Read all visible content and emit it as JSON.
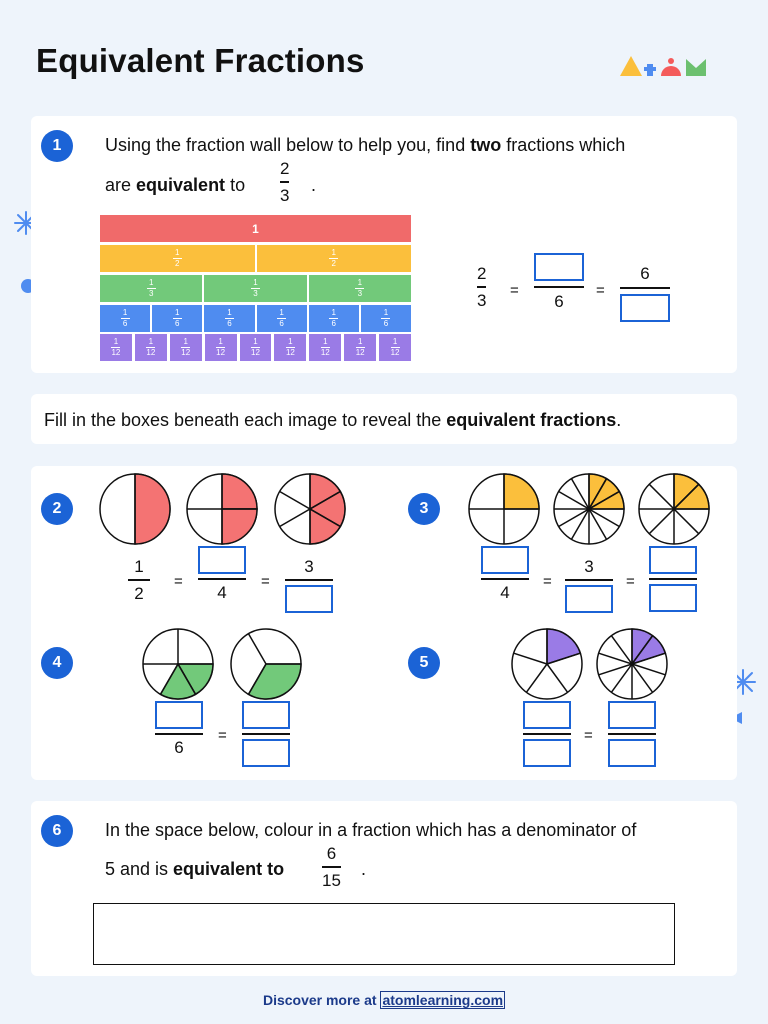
{
  "title": "Equivalent Fractions",
  "logo": {
    "name": "atom-logo"
  },
  "colors": {
    "accent": "#1b63d6",
    "red": "#f47373",
    "yellow": "#fbbf3c",
    "green": "#72c97a",
    "blue": "#4f8cf0",
    "purple": "#9a7be6"
  },
  "q1": {
    "number": "1",
    "line1_a": "Using the fraction wall below to help you, find ",
    "line1_b": "two",
    "line1_c": " fractions which",
    "line2_a": "are ",
    "line2_b": "equivalent",
    "line2_c": " to",
    "frac_num": "2",
    "frac_den": "3",
    "dot": ".",
    "wall": {
      "row1": [
        "1"
      ],
      "row2": [
        [
          "1",
          "2"
        ],
        [
          "1",
          "2"
        ]
      ],
      "row3": [
        [
          "1",
          "3"
        ],
        [
          "1",
          "3"
        ],
        [
          "1",
          "3"
        ]
      ],
      "row4": [
        [
          "1",
          "6"
        ],
        [
          "1",
          "6"
        ],
        [
          "1",
          "6"
        ],
        [
          "1",
          "6"
        ],
        [
          "1",
          "6"
        ],
        [
          "1",
          "6"
        ]
      ],
      "row5": [
        [
          "1",
          "12"
        ],
        [
          "1",
          "12"
        ],
        [
          "1",
          "12"
        ],
        [
          "1",
          "12"
        ],
        [
          "1",
          "12"
        ],
        [
          "1",
          "12"
        ],
        [
          "1",
          "12"
        ],
        [
          "1",
          "12"
        ],
        [
          "1",
          "12"
        ]
      ]
    },
    "eq_left_num": "2",
    "eq_left_den": "3",
    "eq_mid_den": "6",
    "eq_right_num": "6",
    "equals": "="
  },
  "instruction": {
    "text_a": "Fill in the boxes beneath each image to reveal the ",
    "text_b": "equivalent fractions",
    "text_c": "."
  },
  "q2": {
    "number": "2",
    "f1_num": "1",
    "f1_den": "2",
    "f2_den": "4",
    "f3_num": "3",
    "equals": "="
  },
  "q3": {
    "number": "3",
    "f1_den": "4",
    "f2_num": "3",
    "equals": "="
  },
  "q4": {
    "number": "4",
    "f1_den": "6",
    "equals": "="
  },
  "q5": {
    "number": "5",
    "equals": "="
  },
  "q6": {
    "number": "6",
    "line1": "In the space below, colour in a fraction which has a denominator of",
    "line2_a": "5 and is ",
    "line2_b": "equivalent to",
    "frac_num": "6",
    "frac_den": "15",
    "dot": "."
  },
  "footer": {
    "text": "Discover more at ",
    "link": "atomlearning.com"
  }
}
